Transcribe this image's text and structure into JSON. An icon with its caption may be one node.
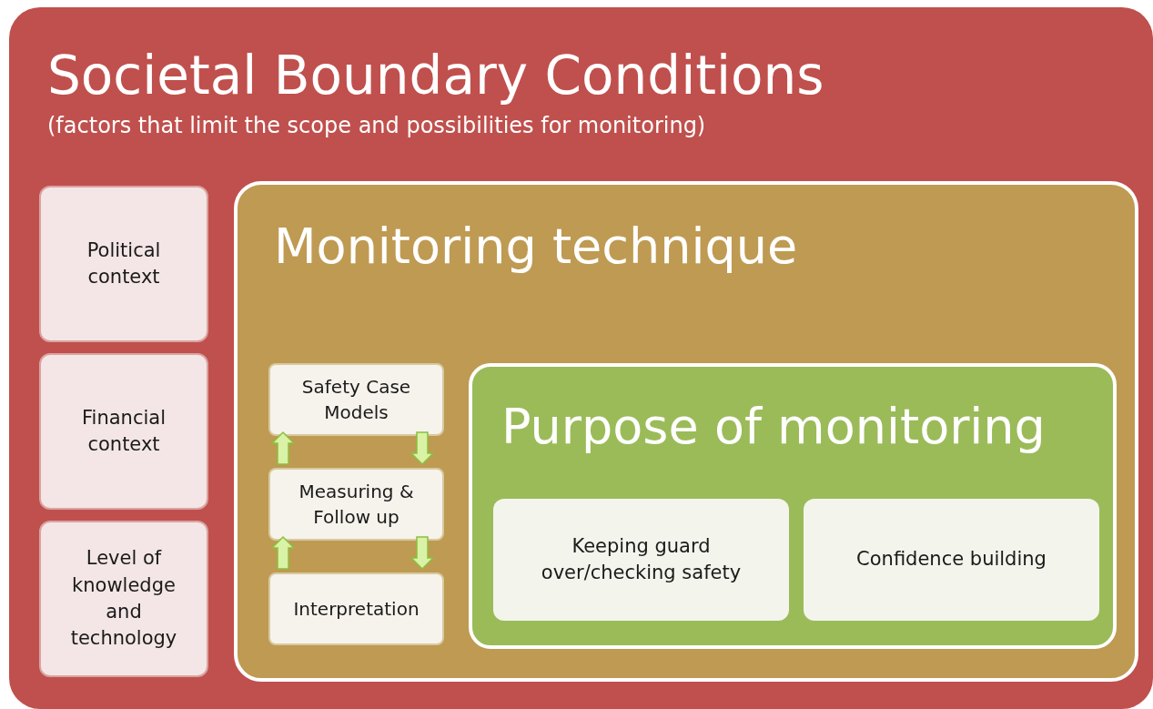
{
  "diagram": {
    "nodes": [
      {
        "text": [
          "Societal Boundary Conditions",
          "(factors that limit the scope and possibilities for monitoring)"
        ]
      },
      {
        "text": [
          "Political context"
        ],
        "in": 0
      },
      {
        "text": [
          "Financial context"
        ],
        "in": 0
      },
      {
        "text": [
          "Level of knowledge and technology"
        ],
        "in": 0
      },
      {
        "text": [
          "Monitoring technique"
        ],
        "in": 0
      },
      {
        "text": [
          "Safety Case Models"
        ],
        "in": 4
      },
      {
        "text": [
          "Measuring & Follow up"
        ],
        "in": 4
      },
      {
        "text": [
          "Interpretation"
        ],
        "in": 4
      },
      {
        "text": [
          "Purpose of monitoring"
        ],
        "in": 4
      },
      {
        "text": [
          "Keeping guard over/checking safety"
        ],
        "in": 8
      },
      {
        "text": [
          "Confidence building"
        ],
        "in": 8
      }
    ],
    "edges": [
      {
        "from": 6,
        "to": 5,
        "arrow": "to"
      },
      {
        "from": 5,
        "to": 6,
        "arrow": "to"
      },
      {
        "from": 7,
        "to": 6,
        "arrow": "to"
      },
      {
        "from": 6,
        "to": 7,
        "arrow": "to"
      }
    ]
  }
}
